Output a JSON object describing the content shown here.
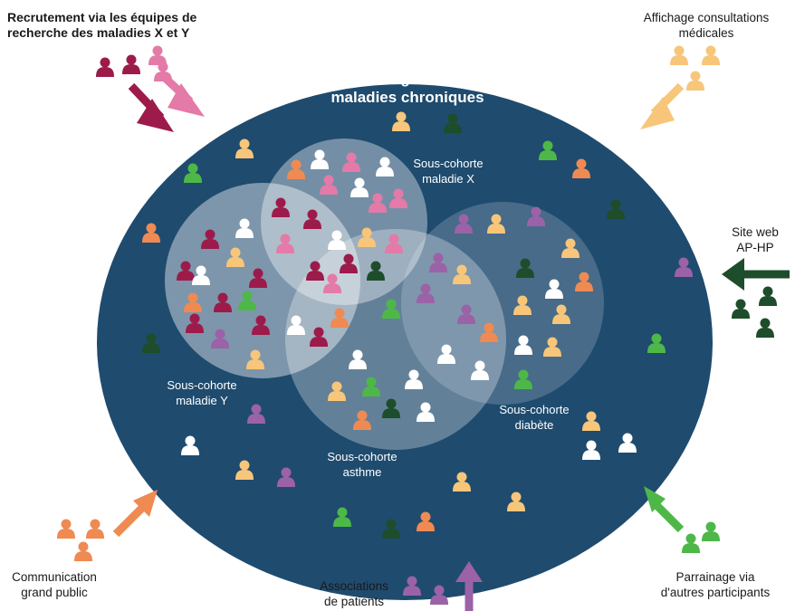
{
  "title": {
    "line1": "Suivi général",
    "line2": "maladies chroniques"
  },
  "subcohorts": {
    "x": {
      "line1": "Sous-cohorte",
      "line2": "maladie X"
    },
    "y": {
      "line1": "Sous-cohorte",
      "line2": "maladie Y"
    },
    "asthme": {
      "line1": "Sous-cohorte",
      "line2": "asthme"
    },
    "diabete": {
      "line1": "Sous-cohorte",
      "line2": "diabète"
    }
  },
  "sources": {
    "research": {
      "line1": "Recrutement via les équipes de",
      "line2": "recherche des maladies X et Y"
    },
    "display": {
      "line1": "Affichage consultations",
      "line2": "médicales"
    },
    "website": {
      "line1": "Site web",
      "line2": "AP-HP"
    },
    "public": {
      "line1": "Communication",
      "line2": "grand public"
    },
    "patients": {
      "line1": "Associations",
      "line2": "de patients"
    },
    "sponsorship": {
      "line1": "Parrainage via",
      "line2": "d'autres participants"
    }
  },
  "colors": {
    "ellipse": "#1f4b6e",
    "maroon": "#9c1b4b",
    "pink": "#e47aa8",
    "peach": "#f7c67a",
    "orange": "#ef8a52",
    "green": "#4db848",
    "darkgreen": "#1e4d2b",
    "purple": "#9b62a8",
    "white": "#ffffff",
    "yellow": "#f5c46a"
  }
}
